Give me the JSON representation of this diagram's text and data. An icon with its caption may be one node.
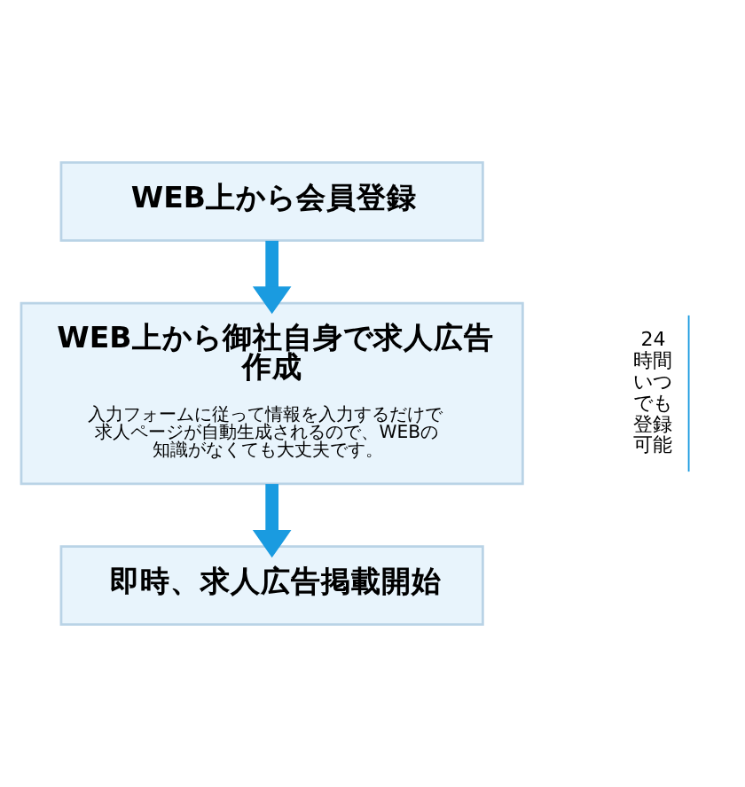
{
  "diagram": {
    "nodes": [
      {
        "text": [
          "WEB上から会員登録"
        ]
      },
      {
        "text": [
          "WEB上から御社自身で求人広告作成",
          "入力フォームに従って情報を入力するだけで求人ページが自動生成されるので、WEBの知識がなくても大丈夫です。"
        ]
      },
      {
        "text": [
          "即時、求人広告掲載開始"
        ]
      }
    ],
    "edges": [
      {
        "from": 0,
        "to": 1,
        "arrow": "to"
      },
      {
        "from": 1,
        "to": 2,
        "arrow": "to"
      }
    ],
    "labels": [
      "24時間いつでも登録可能"
    ]
  }
}
